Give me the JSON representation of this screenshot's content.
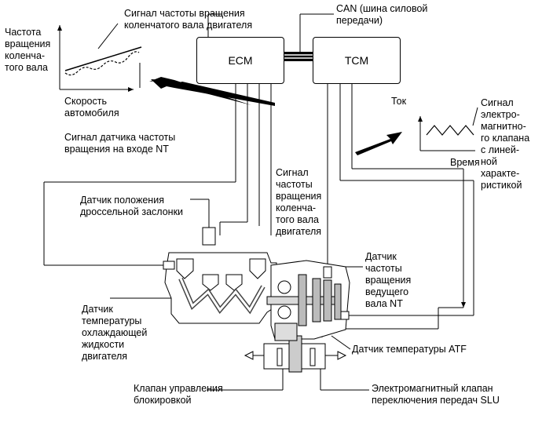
{
  "boxes": {
    "ecm": "ECM",
    "tcm": "TCM"
  },
  "labels": {
    "crank_signal_top": "Сигнал частоты вращения\nколенчатого вала двигателя",
    "can": "CAN (шина силовой\nпередачи)",
    "crank_speed_axis": "Частота\nвращения\nколенча-\nтого вала",
    "vehicle_speed_axis": "Скорость\nавтомобиля",
    "nt_input_signal": "Сигнал датчика частоты\nвращения на входе NT",
    "current": "Ток",
    "time": "Время",
    "solenoid_signal": "Сигнал\nэлектро-\nмагнитно-\nго клапана\nс линей-\nной\nхаракте-\nристикой",
    "throttle_sensor": "Датчик положения\nдроссельной заслонки",
    "crank_signal_mid": "Сигнал\nчастоты\nвращения\nколенча-\nтого вала\nдвигателя",
    "nt_sensor": "Датчик\nчастоты\nвращения\nведущего\nвала NT",
    "coolant_sensor": "Датчик\nтемпературы\nохлаждающей\nжидкости\nдвигателя",
    "atf_sensor": "Датчик температуры ATF",
    "lockup_valve": "Клапан управления\nблокировкой",
    "slu_solenoid": "Электромагнитный клапан\nпереключения передач SLU"
  }
}
